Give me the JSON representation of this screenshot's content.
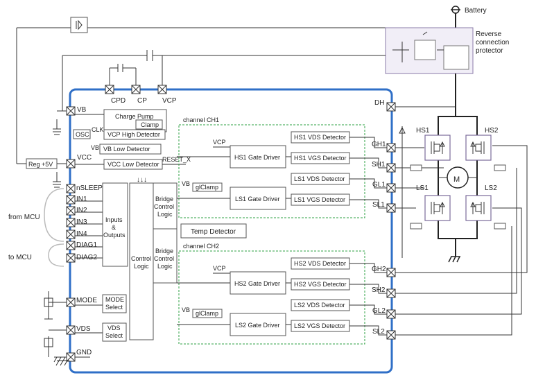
{
  "external": {
    "battery": "Battery",
    "rev_protector": [
      "Reverse",
      "connection",
      "protector"
    ],
    "reg": "Reg +5V",
    "from_mcu": "from MCU",
    "to_mcu": "to MCU"
  },
  "pins_left": {
    "vb": "VB",
    "vcc": "VCC",
    "nsleep": "nSLEEP",
    "in1": "IN1",
    "in2": "IN2",
    "in3": "IN3",
    "in4": "IN4",
    "diag1": "DIAG1",
    "diag2": "DIAG2",
    "mode": "MODE",
    "vds": "VDS",
    "gnd": "GND"
  },
  "pins_top": {
    "cpd": "CPD",
    "cp": "CP",
    "vcp": "VCP"
  },
  "pins_right": {
    "dh": "DH",
    "gh1": "GH1",
    "sh1": "SH1",
    "gl1": "GL1",
    "sl1": "SL1",
    "gh2": "GH2",
    "sh2": "SH2",
    "gl2": "GL2",
    "sl2": "SL2"
  },
  "blocks": {
    "charge_pump": "Charge Pump",
    "clamp": "Clamp",
    "osc": "OSC",
    "clk": "CLK",
    "vcp_high": "VCP High Detector",
    "vb_low": "VB Low Detector",
    "vcc_low": "VCC Low Detector",
    "reset": "RESET_X",
    "inputs": [
      "Inputs",
      "&",
      "Outputs"
    ],
    "control": [
      "Control",
      "Logic"
    ],
    "bridge": [
      "Bridge",
      "Control",
      "Logic"
    ],
    "temp": "Temp Detector",
    "mode_sel": [
      "MODE",
      "Select"
    ],
    "vds_sel": [
      "VDS",
      "Select"
    ]
  },
  "ch1": {
    "title": "channel CH1",
    "vcp": "VCP",
    "vb": "VB",
    "glclamp": "glClamp",
    "hs_driver": "HS1 Gate Driver",
    "ls_driver": "LS1 Gate Driver",
    "hs_vds": "HS1 VDS Detector",
    "hs_vgs": "HS1 VGS Detector",
    "ls_vds": "LS1 VDS Detector",
    "ls_vgs": "LS1 VGS Detector"
  },
  "ch2": {
    "title": "channel CH2",
    "vcp": "VCP",
    "vb": "VB",
    "glclamp": "glClamp",
    "hs_driver": "HS2 Gate Driver",
    "ls_driver": "LS2 Gate Driver",
    "hs_vds": "HS2 VDS Detector",
    "hs_vgs": "HS2 VGS Detector",
    "ls_vds": "LS2 VDS Detector",
    "ls_vgs": "LS2 VGS Detector"
  },
  "bridge": {
    "hs1": "HS1",
    "hs2": "HS2",
    "ls1": "LS1",
    "ls2": "LS2",
    "motor": "M"
  },
  "colors": {
    "ic_border": "#2f6fc7",
    "channel_border": "#2ea043",
    "protector_border": "#8a7ba8"
  }
}
